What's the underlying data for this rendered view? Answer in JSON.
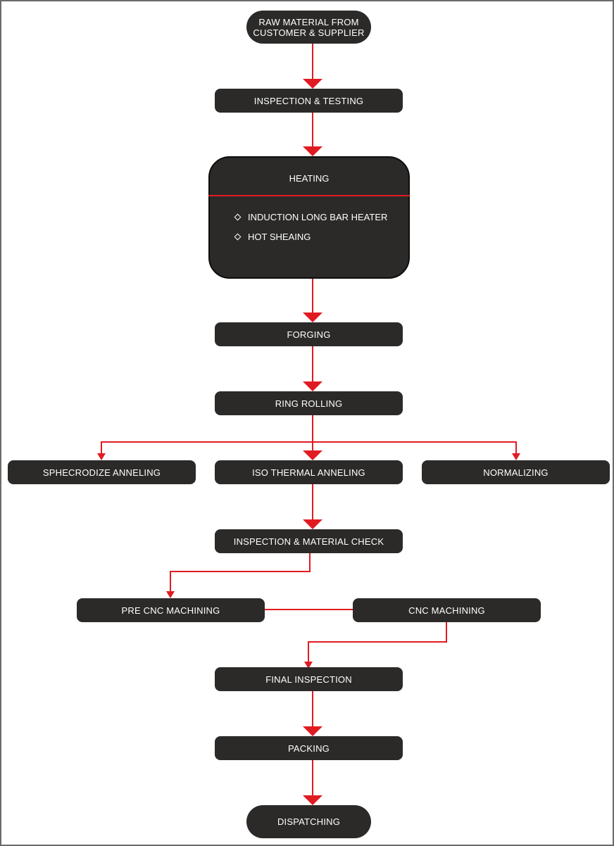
{
  "colors": {
    "node_fill": "#2b2a29",
    "node_text": "#ffffff",
    "connector": "#e11b22",
    "frame_border": "#6b6b6b"
  },
  "nodes": {
    "raw_material": "RAW MATERIAL FROM\nCUSTOMER & SUPPLIER",
    "inspection_testing": "INSPECTION & TESTING",
    "heating": {
      "title": "HEATING",
      "items": [
        "INDUCTION LONG BAR HEATER",
        "HOT SHEAING"
      ]
    },
    "forging": "FORGING",
    "ring_rolling": "RING ROLLING",
    "sphecrodize_anneling": "SPHECRODIZE ANNELING",
    "iso_thermal_anneling": "ISO THERMAL ANNELING",
    "normalizing": "NORMALIZING",
    "inspection_material_check": "INSPECTION & MATERIAL CHECK",
    "pre_cnc_machining": "PRE CNC MACHINING",
    "cnc_machining": "CNC MACHINING",
    "final_inspection": "FINAL INSPECTION",
    "packing": "PACKING",
    "dispatching": "DISPATCHING"
  }
}
